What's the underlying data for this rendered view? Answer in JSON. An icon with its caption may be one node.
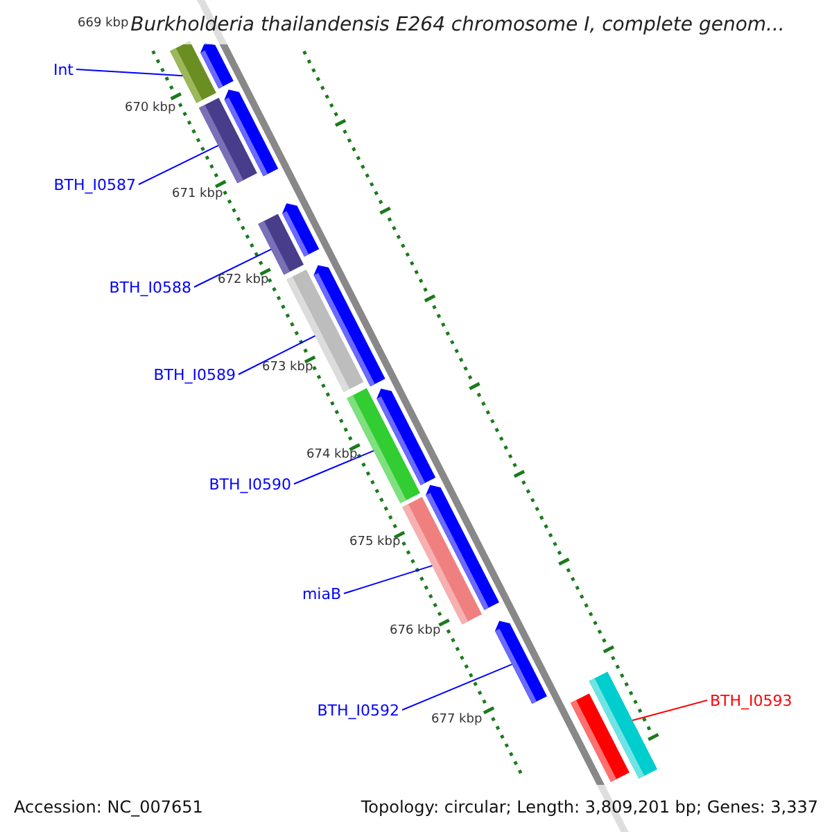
{
  "diagram": {
    "title": "Burkholderia thailandensis E264 chromosome I, complete genom...",
    "nodes": [
      {
        "text": [
          "Int"
        ]
      },
      {
        "text": [
          "BTH_I0587"
        ]
      },
      {
        "text": [
          "BTH_I0588"
        ]
      },
      {
        "text": [
          "BTH_I0589"
        ]
      },
      {
        "text": [
          "BTH_I0590"
        ]
      },
      {
        "text": [
          "miaB"
        ]
      },
      {
        "text": [
          "BTH_I0592"
        ]
      },
      {
        "text": [
          "BTH_I0593"
        ]
      },
      {
        "text": [],
        "shape": "bar"
      },
      {
        "text": [],
        "shape": "bar"
      },
      {
        "text": [],
        "shape": "bar"
      },
      {
        "text": [],
        "shape": "bar"
      },
      {
        "text": [],
        "shape": "bar"
      },
      {
        "text": [],
        "shape": "bar"
      },
      {
        "text": [],
        "shape": "bar"
      },
      {
        "text": [],
        "shape": "bar"
      }
    ],
    "edges": [
      {
        "from": 0,
        "to": 8,
        "arrow": "none"
      },
      {
        "from": 1,
        "to": 9,
        "arrow": "none"
      },
      {
        "from": 2,
        "to": 10,
        "arrow": "none"
      },
      {
        "from": 3,
        "to": 11,
        "arrow": "none"
      },
      {
        "from": 4,
        "to": 12,
        "arrow": "none"
      },
      {
        "from": 5,
        "to": 13,
        "arrow": "none"
      },
      {
        "from": 6,
        "to": 14,
        "arrow": "none"
      },
      {
        "from": 7,
        "to": 15,
        "arrow": "none",
        "color": "#ff0000"
      }
    ],
    "labels": [
      "669 kbp",
      "670 kbp",
      "671 kbp",
      "672 kbp",
      "673 kbp",
      "674 kbp",
      "675 kbp",
      "676 kbp",
      "677 kbp",
      "Accession: NC_007651",
      "Topology: circular; Length: 3,809,201 bp; Genes: 3,337"
    ]
  }
}
